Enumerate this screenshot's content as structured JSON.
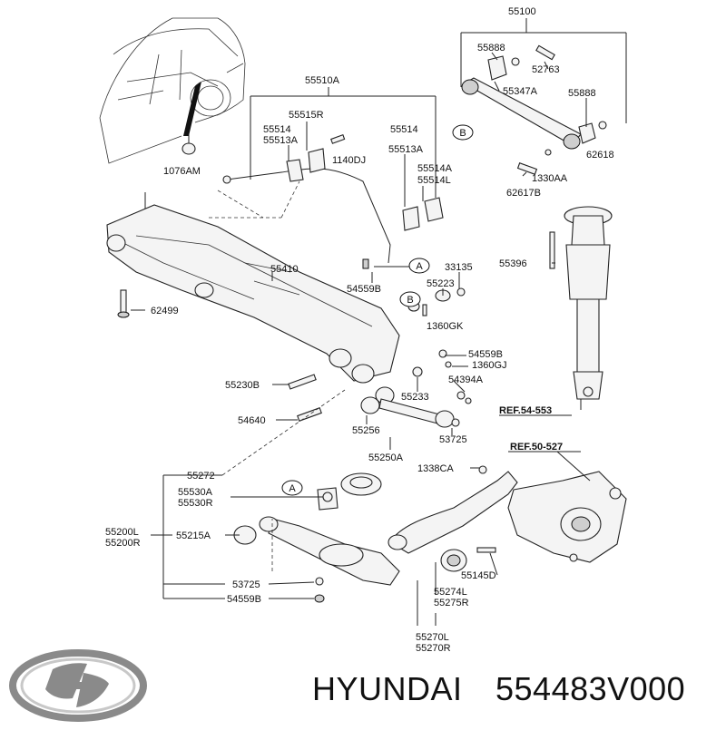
{
  "brand": {
    "name": "HYUNDAI",
    "part_number": "554483V000"
  },
  "callout_refs": [
    "A",
    "B"
  ],
  "labels": {
    "p55100": "55100",
    "p55888a": "55888",
    "p52763": "52763",
    "p55347A": "55347A",
    "p55888b": "55888",
    "p62618": "62618",
    "p1330AA": "1330AA",
    "p62617B": "62617B",
    "p55510A": "55510A",
    "p55515R": "55515R",
    "p55514a": "55514",
    "p55513Aa": "55513A",
    "p55514b": "55514",
    "p55513Ab": "55513A",
    "p1140DJ": "1140DJ",
    "p55514A": "55514A",
    "p55514L": "55514L",
    "p1076AM": "1076AM",
    "p55410": "55410",
    "p33135": "33135",
    "p54559Ba": "54559B",
    "p55223": "55223",
    "p1360GK": "1360GK",
    "p62499": "62499",
    "p55396": "55396",
    "p54559Bb": "54559B",
    "p1360GJ": "1360GJ",
    "p54394A": "54394A",
    "p55230B": "55230B",
    "p55233": "55233",
    "pREF54553": "REF.54-553",
    "p54640": "54640",
    "p55256": "55256",
    "p53725a": "53725",
    "p55250A": "55250A",
    "pREF50527": "REF.50-527",
    "p55272": "55272",
    "p1338CA": "1338CA",
    "p55530A": "55530A",
    "p55530R": "55530R",
    "p55200L": "55200L",
    "p55200R": "55200R",
    "p55215A": "55215A",
    "p55145D": "55145D",
    "p53725b": "53725",
    "p55274L": "55274L",
    "p55275R": "55275R",
    "p54559Bc": "54559B",
    "p55270L": "55270L",
    "p55270R": "55270R"
  }
}
